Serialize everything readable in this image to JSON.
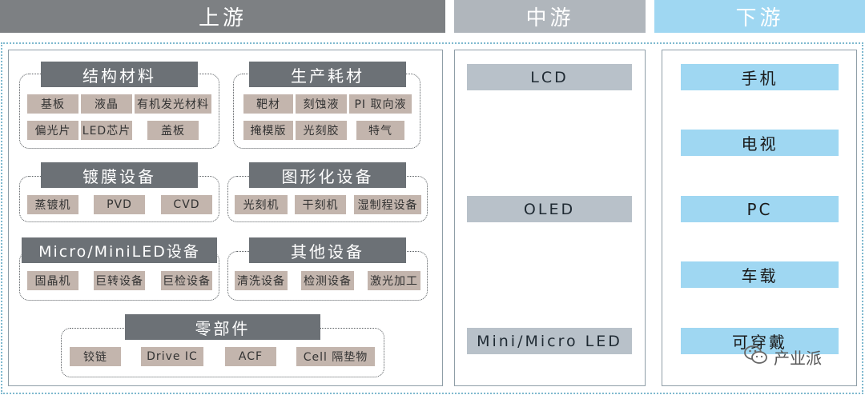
{
  "headers": {
    "upstream": "上游",
    "midstream": "中游",
    "downstream": "下游"
  },
  "upstream": {
    "structural": {
      "title": "结构材料",
      "items": [
        "基板",
        "液晶",
        "有机发光材料",
        "偏光片",
        "LED芯片",
        "盖板"
      ]
    },
    "consumables": {
      "title": "生产耗材",
      "items": [
        "靶材",
        "刻蚀液",
        "PI 取向液",
        "掩模版",
        "光刻胶",
        "特气"
      ]
    },
    "coating": {
      "title": "镀膜设备",
      "items": [
        "蒸镀机",
        "PVD",
        "CVD"
      ]
    },
    "patterning": {
      "title": "图形化设备",
      "items": [
        "光刻机",
        "干刻机",
        "湿制程设备"
      ]
    },
    "microled": {
      "title": "Micro/MiniLED设备",
      "items": [
        "固晶机",
        "巨转设备",
        "巨检设备"
      ]
    },
    "other": {
      "title": "其他设备",
      "items": [
        "清洗设备",
        "检测设备",
        "激光加工"
      ]
    },
    "parts": {
      "title": "零部件",
      "items": [
        "铰链",
        "Drive IC",
        "ACF",
        "Cell 隔垫物"
      ]
    }
  },
  "midstream": {
    "items": [
      "LCD",
      "OLED",
      "Mini/Micro LED"
    ]
  },
  "downstream": {
    "items": [
      "手机",
      "电视",
      "PC",
      "车载",
      "可穿戴"
    ]
  },
  "watermark": {
    "text": "产业派",
    "icon": "wechat-icon"
  }
}
